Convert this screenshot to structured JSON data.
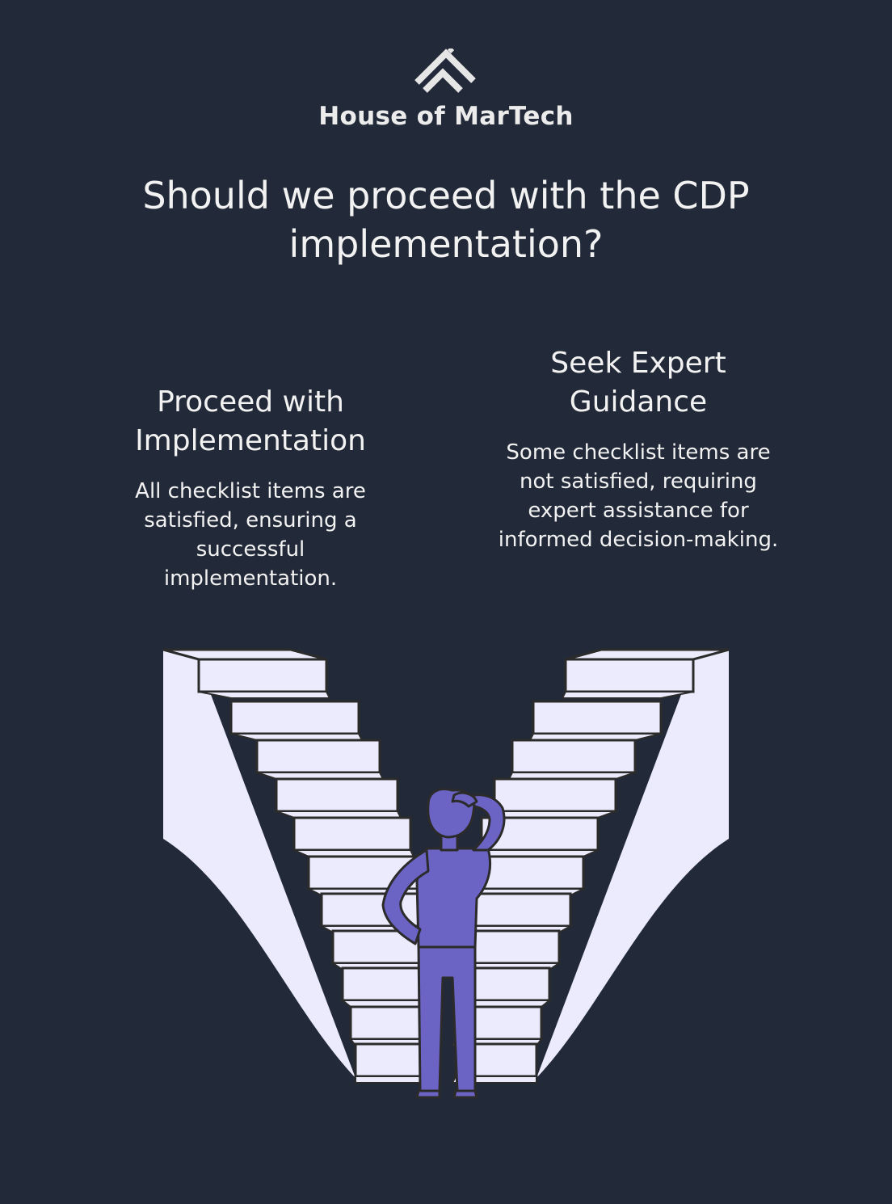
{
  "brand": {
    "name": "House of MarTech",
    "logo_icon": "house-roof-chevrons-icon"
  },
  "title": "Should we proceed with the CDP implementation?",
  "options": [
    {
      "title": "Proceed with Implementation",
      "description": "All checklist items are satisfied, ensuring a successful implementation."
    },
    {
      "title": "Seek Expert Guidance",
      "description": "Some checklist items are not satisfied, requiring expert assistance for informed decision-making."
    }
  ],
  "illustration": {
    "icon": "person-at-forked-staircase-icon",
    "colors": {
      "background": "#222938",
      "stairs": "#ecebfd",
      "person": "#6b64c4",
      "outline": "#2b2b2b"
    }
  }
}
